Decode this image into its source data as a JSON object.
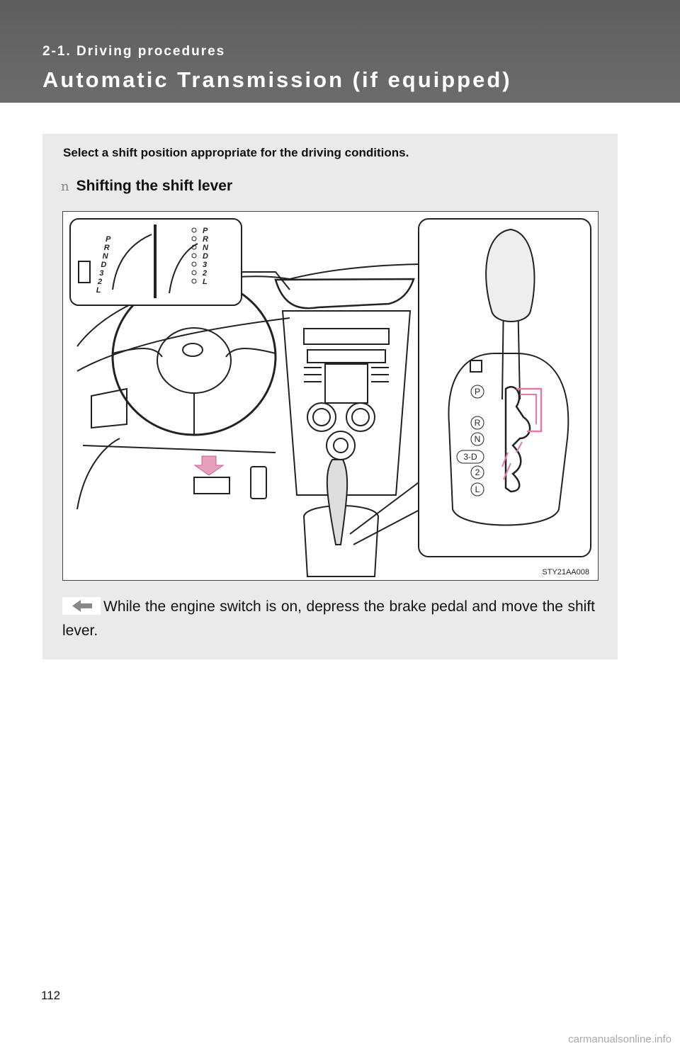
{
  "header": {
    "section": "2-1. Driving procedures",
    "title": "Automatic Transmission (if equipped)"
  },
  "content": {
    "intro": "Select a shift position appropriate for the driving conditions.",
    "subheading_bullet": "n",
    "subheading": "Shifting the shift lever",
    "figure": {
      "code": "STY21AA008",
      "cluster_left_labels": [
        "P",
        "R",
        "N",
        "D",
        "3",
        "2",
        "L"
      ],
      "cluster_right_labels": [
        "P",
        "R",
        "N",
        "D",
        "3",
        "2",
        "L"
      ],
      "gate_labels": [
        "P",
        "R",
        "N",
        "3-D",
        "2",
        "L"
      ]
    },
    "body": "While the engine switch is on, depress the brake pedal and move the shift lever."
  },
  "footer": {
    "page_number": "112",
    "watermark": "carmanualsonline.info"
  }
}
